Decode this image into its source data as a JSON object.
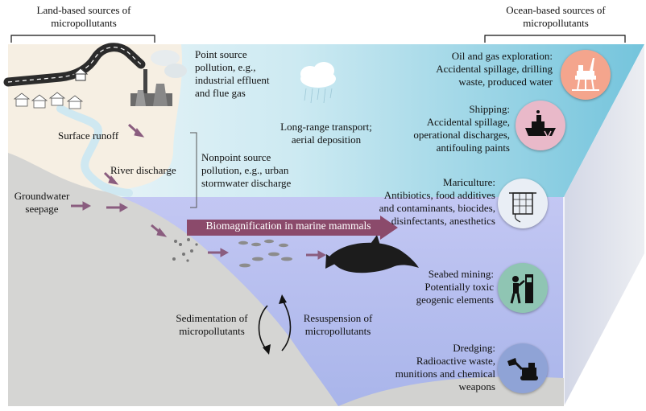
{
  "land_header": "Land-based sources of\nmicropollutants",
  "ocean_header": "Ocean-based sources of\nmicropollutants",
  "point_source": "Point source\npollution, e.g.,\nindustrial effluent\nand flue gas",
  "long_range": "Long-range transport;\naerial deposition",
  "surface_runoff": "Surface runoff",
  "river_discharge": "River discharge",
  "nonpoint_source": "Nonpoint source\npollution, e.g., urban\nstormwater discharge",
  "groundwater": "Groundwater\nseepage",
  "biomagnification": "Biomagnification in marine mammals",
  "sedimentation": "Sedimentation of\nmicropollutants",
  "resuspension": "Resuspension of\nmicropollutants",
  "ocean_sources": [
    {
      "text": "Oil and gas exploration:\nAccidental spillage, drilling\nwaste, produced water",
      "icon": "oil-rig-icon",
      "color": "#f4a58d"
    },
    {
      "text": "Shipping:\nAccidental spillage,\noperational discharges,\nantifouling paints",
      "icon": "ship-icon",
      "color": "#e9b9c9"
    },
    {
      "text": "Mariculture:\nAntibiotics, food additives\nand contaminants, biocides,\ndisinfectants, anesthetics",
      "icon": "fish-cage-icon",
      "color": "#e9eef5"
    },
    {
      "text": "Seabed mining:\nPotentially toxic\ngeogenic elements",
      "icon": "mining-icon",
      "color": "#8fc5b3"
    },
    {
      "text": "Dredging:\nRadioactive waste,\nmunitions and chemical\nweapons",
      "icon": "dredging-icon",
      "color": "#8fa3d6"
    }
  ],
  "colors": {
    "sea_top": "#dff1f6",
    "sea_mid": "#8fd0e3",
    "deep_water": "#b7c0ef",
    "seabed": "#d4d4d2",
    "arrow": "#8a5d7f",
    "bio_arrow": "#8b4a6b"
  }
}
